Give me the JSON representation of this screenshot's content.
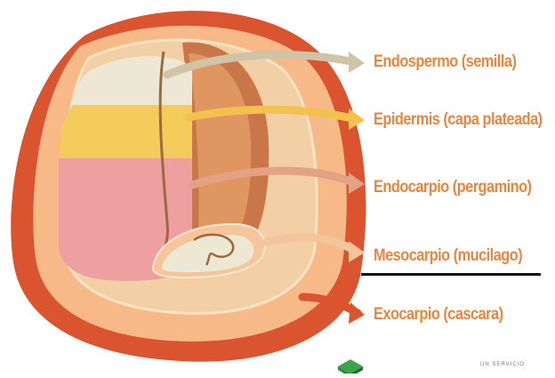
{
  "diagram": {
    "labels": [
      {
        "id": "endospermo",
        "text": "Endospermo (semilla)",
        "color": "#e8863f",
        "arrow_color": "#cfc3a8"
      },
      {
        "id": "epidermis",
        "text": "Epidermis (capa plateada)",
        "color": "#e8863f",
        "arrow_color": "#f2c14e"
      },
      {
        "id": "endocarpio",
        "text": "Endocarpio (pergamino)",
        "color": "#e8863f",
        "arrow_color": "#e3a283"
      },
      {
        "id": "mesocarpio",
        "text": "Mesocarpio (mucilago)",
        "color": "#e8863f",
        "arrow_color": "#f3c59a"
      },
      {
        "id": "exocarpio",
        "text": "Exocarpio (cascara)",
        "color": "#e8863f",
        "arrow_color": "#d9542f"
      }
    ],
    "highlighted": "mesocarpio"
  },
  "footer": {
    "text": "UN SERVICIO"
  },
  "colors": {
    "cherry_skin": "#d9542f",
    "pulp": "#f6b987",
    "parchment": "#f3cfa6",
    "silver_skin": "#f4cc5c",
    "seed": "#ece8d4",
    "endosperm_pink": "#eea0a0",
    "logo_green": "#2e8b3a"
  }
}
